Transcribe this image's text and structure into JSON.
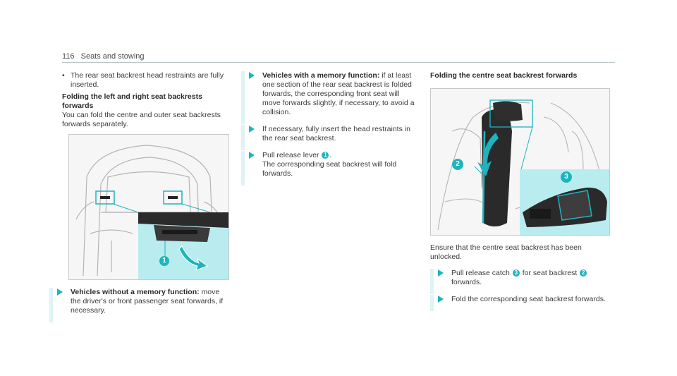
{
  "header": {
    "page_number": "116",
    "section": "Seats and stowing"
  },
  "col1": {
    "bullet_text": "The rear seat backrest head restraints are fully inserted.",
    "heading": "Folding the left and right seat backrests forwards",
    "para": "You can fold the centre and outer seat backrests forwards separately.",
    "figure_callout": "1",
    "step1_bold": "Vehicles without a memory function:",
    "step1_text": " move the driver's or front passenger seat forwards, if necessary."
  },
  "col2": {
    "step1_bold": "Vehicles with a memory function:",
    "step1_text": " if at least one section of the rear seat backrest is folded forwards, the corresponding front seat will move forwards slightly, if necessary, to avoid a collision.",
    "step2_text": "If necessary, fully insert the head restraints in the rear seat backrest.",
    "step3_pre": "Pull release lever ",
    "step3_num": "1",
    "step3_post": ".",
    "step3_line2": "The corresponding seat backrest will fold forwards."
  },
  "col3": {
    "heading": "Folding the centre seat backrest forwards",
    "figure_callout_a": "2",
    "figure_callout_b": "3",
    "para": "Ensure that the centre seat backrest has been unlocked.",
    "step1_pre": "Pull release catch ",
    "step1_num_a": "3",
    "step1_mid": " for seat backrest ",
    "step1_num_b": "2",
    "step1_post": " forwards.",
    "step2_text": "Fold the corresponding seat backrest forwards."
  },
  "colors": {
    "accent": "#1eb3bd",
    "inset_bg": "#b9ecef"
  }
}
